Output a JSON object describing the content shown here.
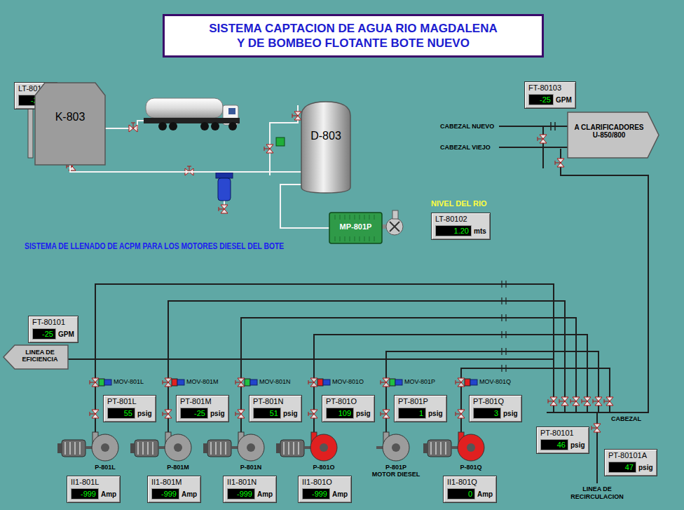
{
  "diagram": {
    "title": "SISTEMA CAPTACION DE AGUA RIO MAGDALENA Y DE BOMBEO FLOTANTE BOTE NUEVO",
    "nodes": [
      {
        "text": [
          "LT-80101",
          "-25",
          "%"
        ]
      },
      {
        "text": [
          "K-803"
        ]
      },
      {
        "text": [
          "D-803"
        ]
      },
      {
        "text": [
          "FT-80103",
          "-25",
          "GPM"
        ]
      },
      {
        "text": [
          "A CLARIFICADORES U-850/800"
        ]
      },
      {
        "text": [
          "MP-801P"
        ]
      },
      {
        "text": [
          "LT-80102",
          "1.20",
          "mts"
        ]
      },
      {
        "text": [
          "FT-80101",
          "-25",
          "GPM"
        ]
      },
      {
        "text": [
          "LINEA DE EFICIENCIA"
        ]
      },
      {
        "text": [
          "PT-801L",
          "55",
          "psig"
        ]
      },
      {
        "text": [
          "PT-801M",
          "-25",
          "psig"
        ]
      },
      {
        "text": [
          "PT-801N",
          "51",
          "psig"
        ]
      },
      {
        "text": [
          "PT-801O",
          "109",
          "psig"
        ]
      },
      {
        "text": [
          "PT-801P",
          "1",
          "psig"
        ]
      },
      {
        "text": [
          "PT-801Q",
          "3",
          "psig"
        ]
      },
      {
        "text": [
          "PT-80101",
          "46",
          "psig"
        ]
      },
      {
        "text": [
          "PT-80101A",
          "47",
          "psig"
        ]
      },
      {
        "text": [
          "II1-801L",
          "-999",
          "Amp"
        ]
      },
      {
        "text": [
          "II1-801M",
          "-999",
          "Amp"
        ]
      },
      {
        "text": [
          "II1-801N",
          "-999",
          "Amp"
        ]
      },
      {
        "text": [
          "II1-801O",
          "-999",
          "Amp"
        ]
      },
      {
        "text": [
          "II1-801Q",
          "0",
          "Amp"
        ]
      }
    ],
    "edges": [
      {
        "from": 1,
        "to": 2,
        "arrow": "none"
      },
      {
        "from": 2,
        "to": 5,
        "arrow": "none"
      }
    ],
    "labels": [
      "SISTEMA DE LLENADO DE ACPM PARA LOS MOTORES DIESEL DEL BOTE",
      "NIVEL DEL RIO",
      "CABEZAL NUEVO",
      "CABEZAL VIEJO",
      "MOV-801L",
      "MOV-801M",
      "MOV-801N",
      "MOV-801O",
      "MOV-801P",
      "MOV-801Q",
      "P-801L",
      "P-801M",
      "P-801N",
      "P-801O",
      "P-801P",
      "P-801Q",
      "MOTOR DIESEL",
      "CABEZAL",
      "LINEA DE RECIRCULACION"
    ]
  }
}
